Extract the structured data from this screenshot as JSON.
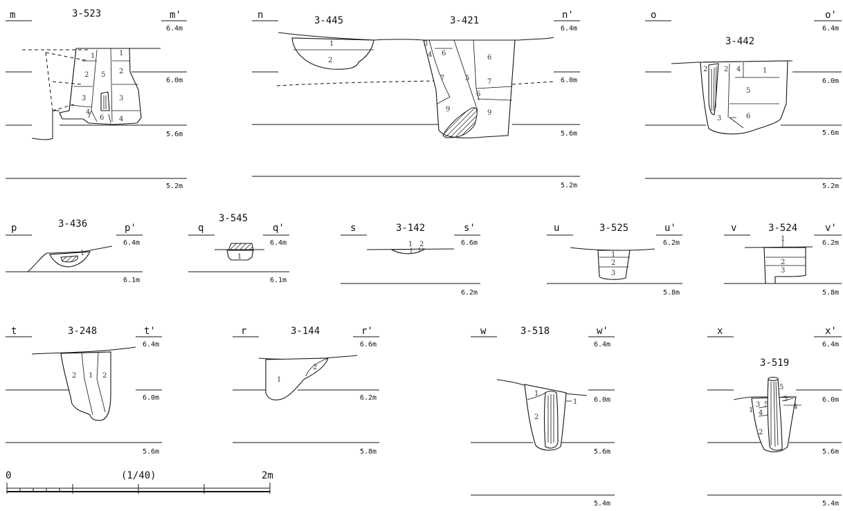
{
  "sections": {
    "m": {
      "left": "m",
      "right": "m'",
      "feature": "3-523",
      "elevations": [
        "6.4m",
        "6.0m",
        "5.6m",
        "5.2m"
      ]
    },
    "n": {
      "left": "n",
      "right": "n'",
      "features": [
        "3-445",
        "3-421"
      ],
      "elevations": [
        "6.4m",
        "6.0m",
        "5.6m",
        "5.2m"
      ]
    },
    "o": {
      "left": "o",
      "right": "o'",
      "feature": "3-442",
      "elevations": [
        "6.4m",
        "6.0m",
        "5.6m",
        "5.2m"
      ]
    },
    "p": {
      "left": "p",
      "right": "p'",
      "feature": "3-436",
      "elevations": [
        "6.4m",
        "6.1m"
      ]
    },
    "q": {
      "left": "q",
      "right": "q'",
      "feature": "3-545",
      "elevations": [
        "6.4m",
        "6.1m"
      ]
    },
    "s": {
      "left": "s",
      "right": "s'",
      "feature": "3-142",
      "elevations": [
        "6.6m",
        "6.2m"
      ]
    },
    "u": {
      "left": "u",
      "right": "u'",
      "feature": "3-525",
      "elevations": [
        "6.2m",
        "5.8m"
      ]
    },
    "v": {
      "left": "v",
      "right": "v'",
      "feature": "3-524",
      "elevations": [
        "6.2m",
        "5.8m"
      ]
    },
    "t": {
      "left": "t",
      "right": "t'",
      "feature": "3-248",
      "elevations": [
        "6.4m",
        "6.0m",
        "5.6m"
      ]
    },
    "r": {
      "left": "r",
      "right": "r'",
      "feature": "3-144",
      "elevations": [
        "6.6m",
        "6.2m",
        "5.8m"
      ]
    },
    "w": {
      "left": "w",
      "right": "w'",
      "feature": "3-518",
      "elevations": [
        "6.4m",
        "6.0m",
        "5.6m",
        "5.4m"
      ]
    },
    "x": {
      "left": "x",
      "right": "x'",
      "feature": "3-519",
      "elevations": [
        "6.4m",
        "6.0m",
        "5.6m",
        "5.4m"
      ]
    }
  },
  "layer_numbers": [
    "1",
    "2",
    "3",
    "4",
    "5",
    "6",
    "7",
    "9"
  ],
  "scale_bar": {
    "start": "0",
    "ratio": "(1/40)",
    "end": "2m"
  }
}
